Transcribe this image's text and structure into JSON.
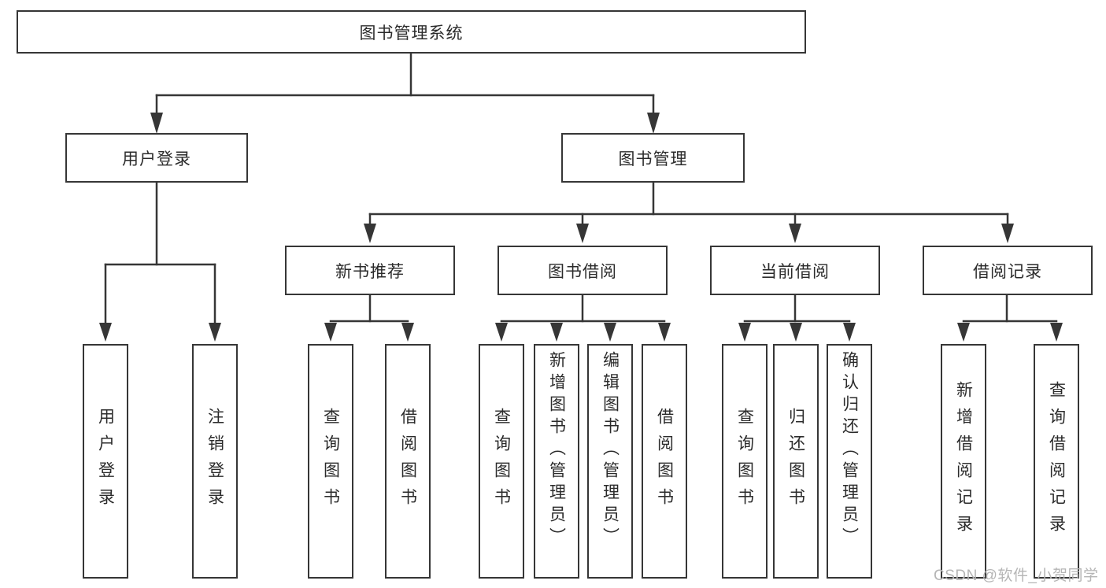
{
  "title": "图书管理系统",
  "watermark": "CSDN @软件_小贺同学",
  "colors": {
    "background": "#ffffff",
    "box_border": "#363636",
    "connector_line": "#363636",
    "text": "#2b2b2b",
    "watermark_text": "#b5b5b5"
  },
  "tree": {
    "root": {
      "label": "图书管理系统"
    },
    "branches": [
      {
        "label": "用户登录",
        "children": [
          {
            "label": "用户登录"
          },
          {
            "label": "注销登录"
          }
        ]
      },
      {
        "label": "图书管理",
        "children": [
          {
            "label": "新书推荐",
            "children": [
              {
                "label": "查询图书"
              },
              {
                "label": "借阅图书"
              }
            ]
          },
          {
            "label": "图书借阅",
            "children": [
              {
                "label": "查询图书"
              },
              {
                "label": "新增图书（管理员）"
              },
              {
                "label": "编辑图书（管理员）"
              },
              {
                "label": "借阅图书"
              }
            ]
          },
          {
            "label": "当前借阅",
            "children": [
              {
                "label": "查询图书"
              },
              {
                "label": "归还图书"
              },
              {
                "label": "确认归还（管理员）"
              }
            ]
          },
          {
            "label": "借阅记录",
            "children": [
              {
                "label": "新增借阅记录"
              },
              {
                "label": "查询借阅记录"
              }
            ]
          }
        ]
      }
    ]
  }
}
